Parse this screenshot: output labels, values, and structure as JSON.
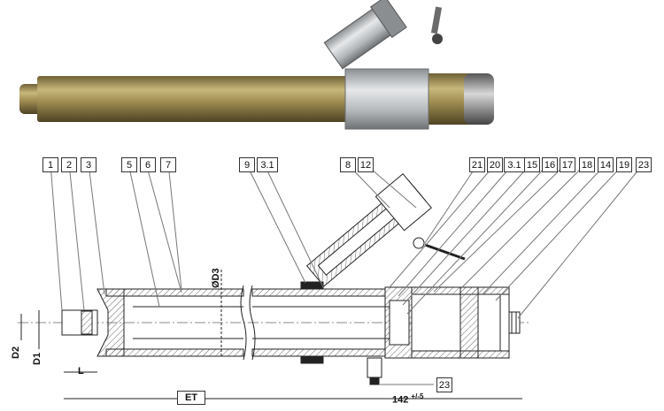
{
  "part_labels": [
    {
      "id": "l1",
      "text": "1"
    },
    {
      "id": "l2",
      "text": "2"
    },
    {
      "id": "l3",
      "text": "3"
    },
    {
      "id": "l5",
      "text": "5"
    },
    {
      "id": "l6",
      "text": "6"
    },
    {
      "id": "l7",
      "text": "7"
    },
    {
      "id": "l9",
      "text": "9"
    },
    {
      "id": "l31a",
      "text": "3.1"
    },
    {
      "id": "l8",
      "text": "8"
    },
    {
      "id": "l12",
      "text": "12"
    },
    {
      "id": "l21",
      "text": "21"
    },
    {
      "id": "l20",
      "text": "20"
    },
    {
      "id": "l31b",
      "text": "3.1"
    },
    {
      "id": "l15",
      "text": "15"
    },
    {
      "id": "l16",
      "text": "16"
    },
    {
      "id": "l17",
      "text": "17"
    },
    {
      "id": "l18",
      "text": "18"
    },
    {
      "id": "l14",
      "text": "14"
    },
    {
      "id": "l19",
      "text": "19"
    },
    {
      "id": "l23",
      "text": "23"
    },
    {
      "id": "l23b",
      "text": "23"
    }
  ],
  "dimensions": {
    "d3": "ØD3",
    "d2": "D2",
    "d1": "D1",
    "l": "L",
    "et": "ET",
    "len_main": "142",
    "len_tol": "+/-5"
  },
  "colors": {
    "brass": "#9c8a4e",
    "aluminium": "#c9ccce",
    "hatch": "#555555",
    "line": "#222222"
  }
}
